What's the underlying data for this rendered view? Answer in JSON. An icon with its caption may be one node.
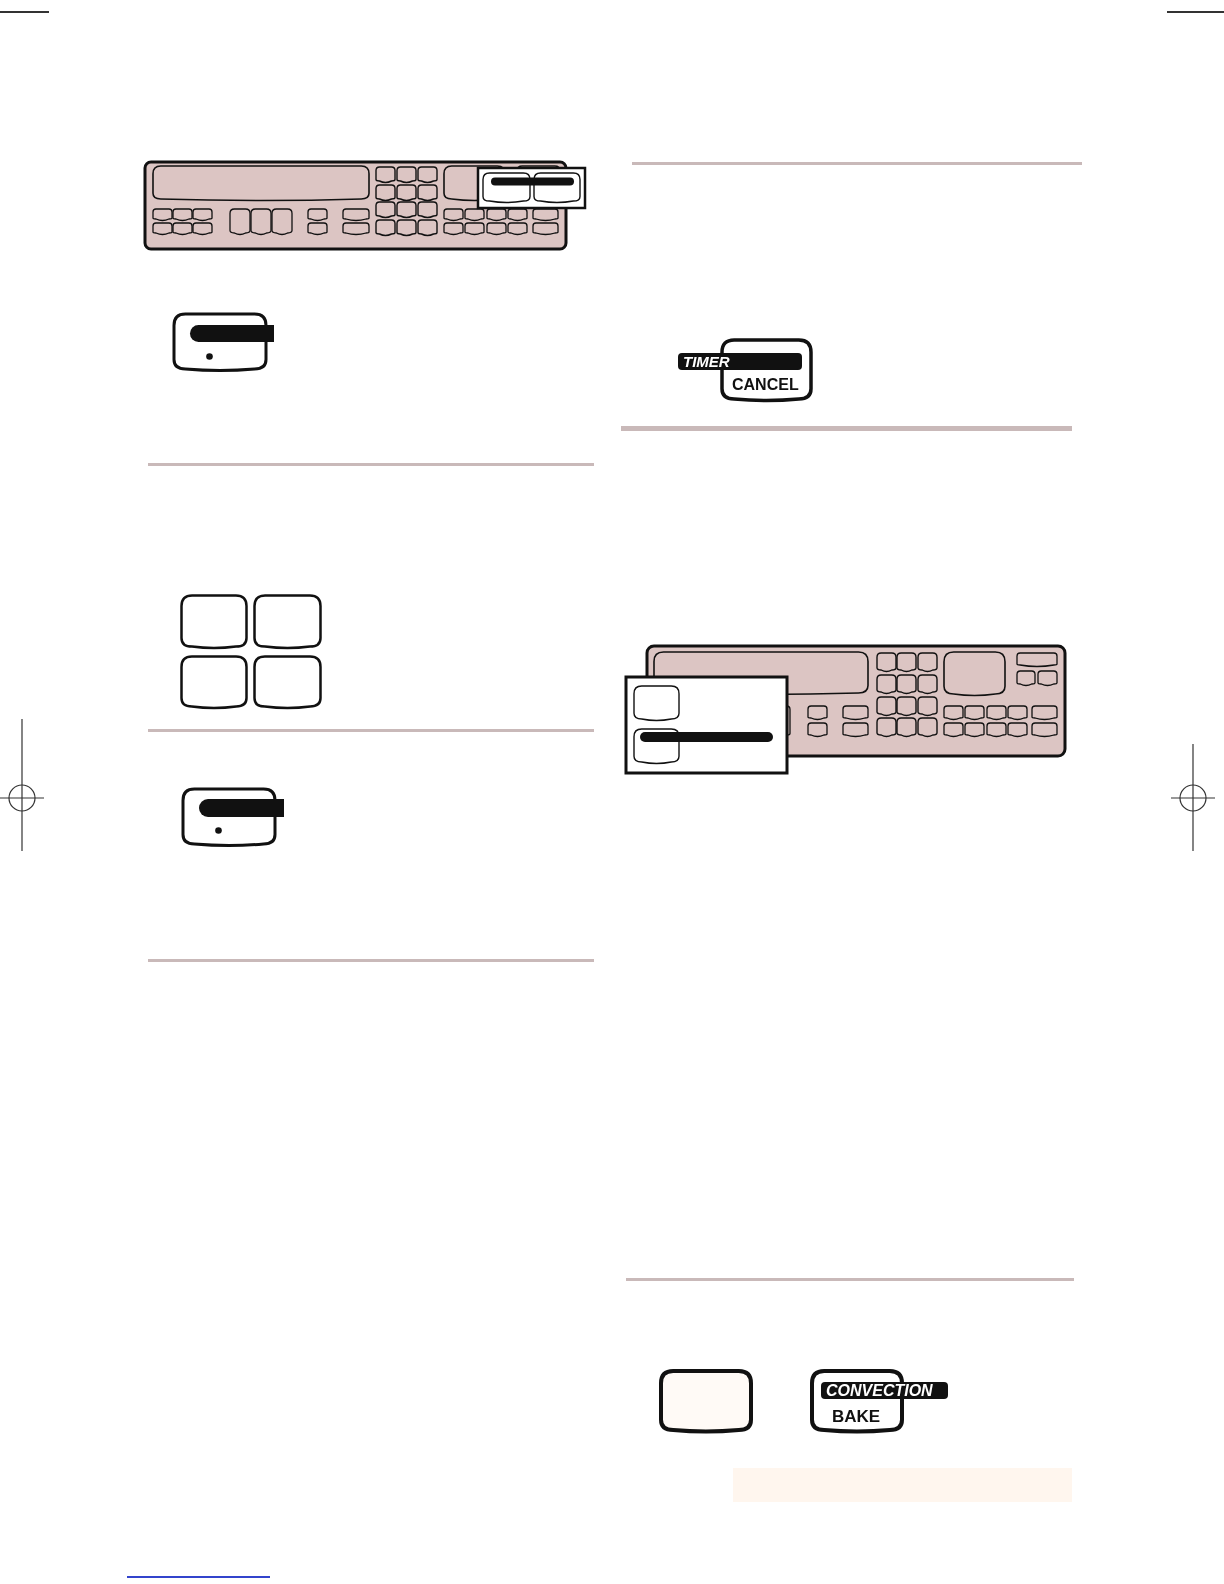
{
  "diagram": {
    "nodes": [
      {
        "text": [],
        "shape": "box"
      },
      {
        "text": [],
        "shape": "box"
      },
      {
        "text": [],
        "shape": "box"
      },
      {
        "text": [],
        "shape": "box"
      },
      {
        "text": [],
        "shape": "box"
      },
      {
        "text": [],
        "shape": "box"
      },
      {
        "text": [
          "TIMER",
          "CANCEL"
        ]
      },
      {
        "text": [],
        "shape": "box"
      },
      {
        "text": [
          "CONVECTION",
          "BAKE"
        ]
      },
      {
        "text": [],
        "shape": "bar"
      }
    ]
  }
}
